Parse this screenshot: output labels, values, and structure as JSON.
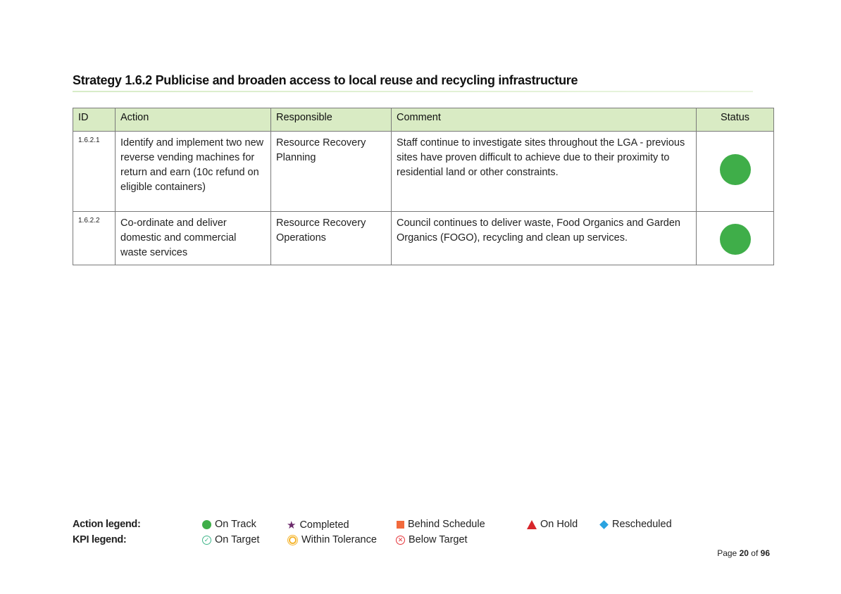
{
  "title": "Strategy 1.6.2 Publicise and broaden access to local reuse and recycling infrastructure",
  "table": {
    "headers": [
      "ID",
      "Action",
      "Responsible",
      "Comment",
      "Status"
    ],
    "rows": [
      {
        "id": "1.6.2.1",
        "action": "Identify and implement two new reverse vending machines for return and earn (10c refund on eligible containers)",
        "responsible": "Resource Recovery Planning",
        "comment": "Staff continue to investigate sites throughout the LGA - previous sites have proven difficult to achieve due to their proximity to residential land or other constraints.",
        "status": "on-track"
      },
      {
        "id": "1.6.2.2",
        "action": "Co-ordinate and deliver domestic and commercial waste services",
        "responsible": "Resource Recovery Operations",
        "comment": "Council continues to deliver waste, Food Organics and Garden Organics (FOGO), recycling and clean up services.",
        "status": "on-track"
      }
    ]
  },
  "legend": {
    "action_label": "Action legend:",
    "kpi_label": "KPI legend:",
    "action": [
      "On Track",
      "Completed",
      "Behind Schedule",
      "On Hold",
      "Rescheduled"
    ],
    "kpi": [
      "On Target",
      "Within Tolerance",
      "Below Target"
    ]
  },
  "footer": {
    "page_prefix": "Page",
    "page": "20",
    "of": "of",
    "total": "96"
  },
  "colors": {
    "on_track": "#3fae49",
    "completed": "#6b2a6b",
    "behind": "#f26a3c",
    "on_hold": "#d7262b",
    "rescheduled": "#2aa3e0",
    "header_bg": "#d9ebc4"
  }
}
